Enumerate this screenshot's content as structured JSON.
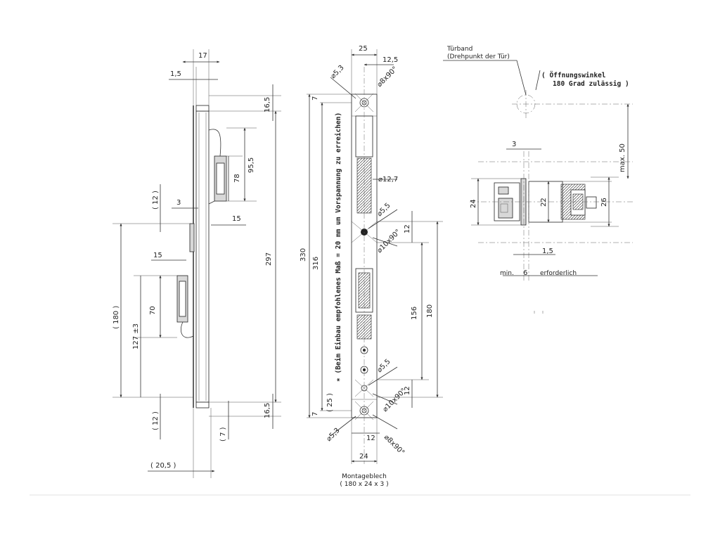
{
  "side_view": {
    "dims": {
      "d17": "17",
      "d1_5": "1,5",
      "d16_5_top": "16,5",
      "d95_5": "95,5",
      "d78": "78",
      "d12_top": "( 12 )",
      "d3": "3",
      "d15_upper": "15",
      "d297": "297",
      "d15_lower": "15",
      "d180": "( 180 )",
      "d70": "70",
      "d127": "127 ±3",
      "d12_bottom": "( 12 )",
      "d16_5_bottom": "16,5",
      "d7": "( 7 )",
      "d20_5": "( 20,5 )"
    }
  },
  "front_view": {
    "dims": {
      "d25_top": "25",
      "d12_5": "12,5",
      "hole_top_a": "⌀5,3",
      "hole_top_b": "⌀8x90°",
      "d7_top": "7",
      "d330": "330",
      "d316": "316",
      "d12_7": "⌀12,7",
      "d5_5_upper": "⌀5,5",
      "d12_upper": "12",
      "d10x90_upper": "⌀10x90°",
      "d156": "156",
      "d180": "180",
      "d5_5_lower": "⌀5,5",
      "d12_lower": "12",
      "d25_paren": "( 25 )",
      "d10x90_lower": "⌀10x90°",
      "d7_bottom": "7",
      "hole_bot_a": "⌀5,3",
      "hole_bot_b": "⌀8x90°",
      "d12_bottom": "12",
      "d24": "24"
    },
    "vertical_note": "∗ (Beim Einbau empfohlenes Maß = 20 mm um Vorspannung zu erreichen)",
    "plate_label_1": "Montageblech",
    "plate_label_2": "( 180 x 24 x 3 )"
  },
  "hinge_view": {
    "hinge_label_1": "Türband",
    "hinge_label_2": "(Drehpunkt der Tür)",
    "opening_1": "( Öffnungswinkel",
    "opening_2": "180 Grad zulässig )",
    "d_max50": "max. 50",
    "d3": "3",
    "d24": "24",
    "d22": "22",
    "d26": "26",
    "d1_5": "1,5",
    "min_a": "min.",
    "min_b": "6",
    "min_c": "erforderlich"
  }
}
